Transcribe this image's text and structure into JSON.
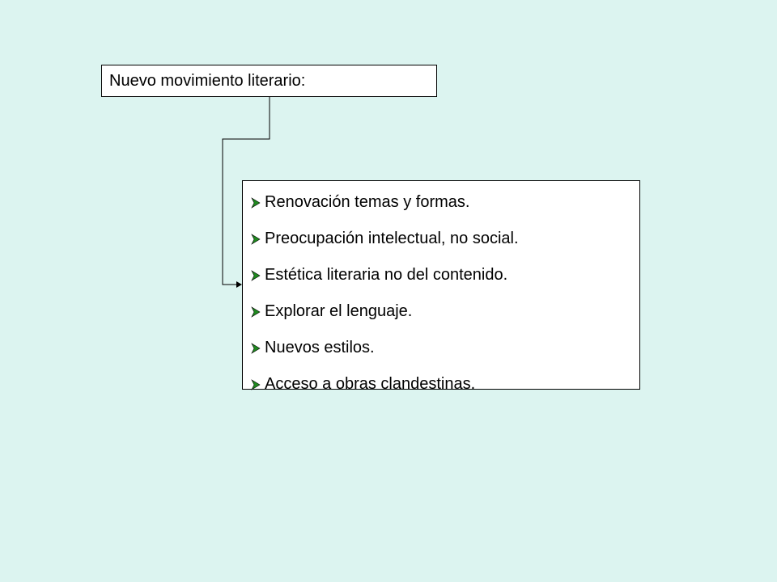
{
  "diagram": {
    "title": "Nuevo movimiento literario:",
    "items": [
      "Renovación temas y formas.",
      "Preocupación intelectual, no social.",
      "Estética literaria no del contenido.",
      "Explorar el lenguaje.",
      "Nuevos estilos.",
      "Acceso a obras clandestinas."
    ],
    "colors": {
      "background": "#dcf4f0",
      "box_fill": "#ffffff",
      "border": "#000000",
      "bullet_green": "#1f8a1f"
    },
    "bullet_icon": "arrowhead-bullet-icon"
  }
}
